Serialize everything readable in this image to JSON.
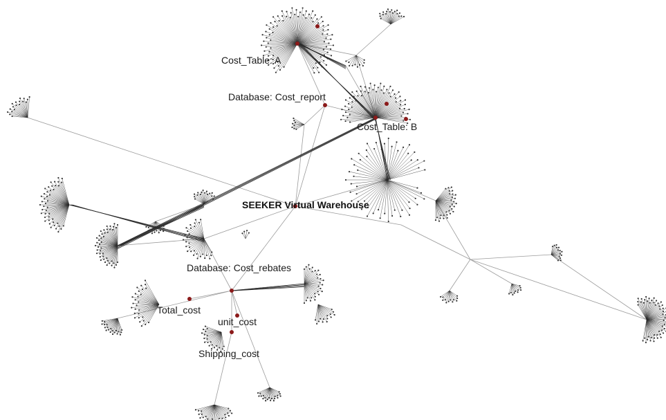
{
  "labels": {
    "cost_table_a": "Cost_Table: A",
    "database_cost_report": "Database: Cost_report",
    "cost_table_b": "Cost_Table: B",
    "seeker_virtual_warehouse": "SEEKER Virtual Warehouse",
    "database_cost_rebates": "Database: Cost_rebates",
    "total_cost": "Total_cost",
    "unit_cost": "unit_cost",
    "shipping_cost": "Shipping_cost"
  },
  "colors": {
    "edge": "#9a9a9a",
    "edge_dark": "#2b2b2b",
    "node": "#333333",
    "highlight_node": "#8b1a1a"
  }
}
